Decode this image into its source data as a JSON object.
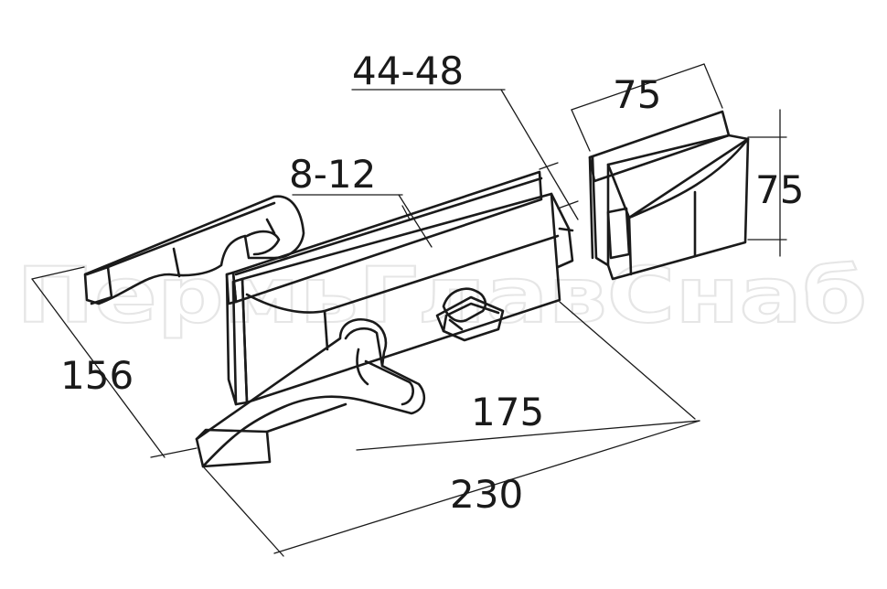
{
  "dimensions": {
    "glass_thickness_lock": "8-12",
    "door_thickness": "44-48",
    "strike_width": "75",
    "strike_height": "75",
    "handle_projection": "156",
    "lock_body_length": "175",
    "overall_length": "230"
  },
  "watermark": "ПермьГлавСнаб"
}
